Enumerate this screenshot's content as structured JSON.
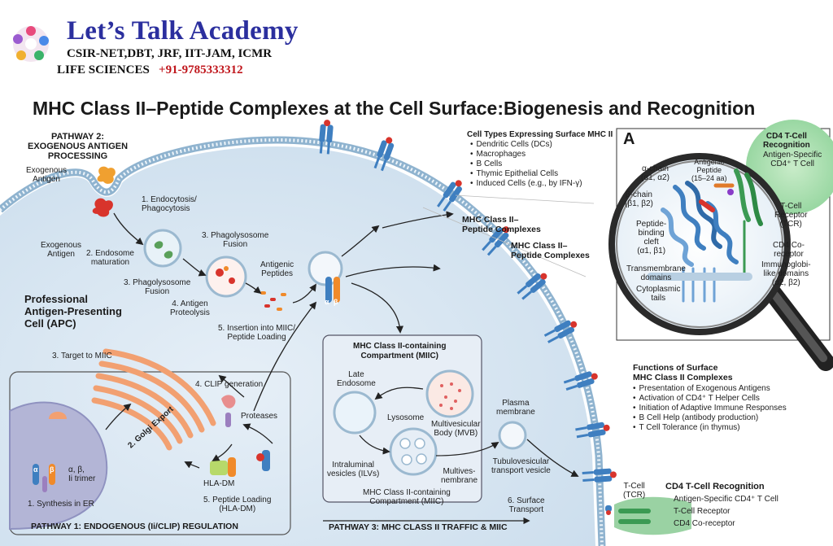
{
  "brand": {
    "name": "Let’s Talk Academy",
    "line1": "CSIR-NET,DBT, JRF, IIT-JAM, ICMR",
    "line2": "LIFE SCIENCES",
    "phone": "+91-9785333312"
  },
  "title": "MHC Class II–Peptide Complexes at the Cell Surface:Biogenesis and Recognition",
  "pathway2": {
    "header": [
      "PATHWAY 2:",
      "EXOGENOUS ANTIGEN",
      "PROCESSING"
    ],
    "exo_antigen_top": [
      "Exogenous",
      "Antigen"
    ],
    "exo_antigen_bottom": [
      "Exogenous",
      "Antigen"
    ],
    "step1": [
      "1. Endocytosis/",
      "Phagocytosis"
    ],
    "step2": [
      "2. Endosome",
      "maturation"
    ],
    "step3a": [
      "3. Phagolysosome",
      "Fusion"
    ],
    "step3b": [
      "3. Phagolysosome",
      "Fusion"
    ],
    "step4": [
      "4. Antigen",
      "Proteolysis"
    ],
    "antigenic_peptides": [
      "Antigenic",
      "Peptides"
    ],
    "step5": [
      "5. Insertion into MIIC/",
      "Peptide Loading"
    ],
    "alpha": "α",
    "beta": "β"
  },
  "apc": [
    "Professional",
    "Antigen-Presenting",
    "Cell (APC)"
  ],
  "pathway1": {
    "footer": "PATHWAY 1: ENDOGENOUS (Ii/CLIP) REGULATION",
    "target_miic": "3. Target to MIIC",
    "golgi_export": "2. Golgi Export",
    "clip_generation": "4. CLIP generation",
    "proteases": "Proteases",
    "trimer": [
      "α, β,",
      "Ii trimer"
    ],
    "alpha": "α",
    "beta": "β",
    "synthesis": "1. Synthesis in ER",
    "hla_dm": "HLA-DM",
    "peptide_loading": [
      "5. Peptide Loading",
      "(HLA-DM)"
    ]
  },
  "pathway3": {
    "footer": "PATHWAY 3: MHC CLASS II TRAFFIC & MIIC",
    "miic_header": [
      "MHC Class II-containing",
      "Compartment (MIIC)"
    ],
    "late_endosome": [
      "Late",
      "Endosome"
    ],
    "lysosome": "Lysosome",
    "mvb": [
      "Multivesicular",
      "Body (MVB)"
    ],
    "ilv": [
      "Intraluminal",
      "vesicles (ILVs)"
    ],
    "multives": [
      "Multives-",
      "nembrane"
    ],
    "miic_bottom": [
      "MHC Class II-containing",
      "Compartment (MIIC)"
    ],
    "plasma_membrane": [
      "Plasma",
      "membrane"
    ],
    "tubulo": [
      "Tubulovesicular",
      "transport vesicle"
    ],
    "surface_transport": [
      "6. Surface",
      "Transport"
    ]
  },
  "complex_labels": {
    "c1": [
      "MHC Class II–",
      "Peptide Complexes"
    ],
    "c2": [
      "MHC Class II–",
      "Peptide Complexes"
    ]
  },
  "cell_types": {
    "header": "Cell Types Expressing Surface MHC II",
    "items": [
      "Dendritic Cells (DCs)",
      "Macrophages",
      "B Cells",
      "Thymic Epithelial Cells",
      "Induced Cells (e.g., by IFN-γ)"
    ]
  },
  "inset": {
    "panel_letter": "A",
    "cd4_header": [
      "CD4 T-Cell",
      "Recognition"
    ],
    "cd4_sub": [
      "Antigen-Specific",
      "CD4⁺ T Cell"
    ],
    "alpha_chain": [
      "α-chain",
      "(α1, α2)"
    ],
    "antigenic_peptide": [
      "Antigenic",
      "Peptide",
      "(15–24 aa)"
    ],
    "beta_chain": [
      "β-chain",
      "(β1, β2)"
    ],
    "cleft": [
      "Peptide-",
      "binding",
      "cleft",
      "(α1, β1)"
    ],
    "tcr": [
      "T-Cell",
      "Receptor",
      "(TCR)"
    ],
    "cd4_coreceptor": [
      "CD4 Co-",
      "receptor"
    ],
    "tm_domains": [
      "Transmembrane",
      "domains"
    ],
    "ig_domains": [
      "Immunoglobi-",
      "like domains",
      "(α2, β2)"
    ],
    "cyto_tails": [
      "Cytoplasmic",
      "tails"
    ]
  },
  "functions": {
    "header": [
      "Functions of Surface",
      "MHC Class II Complexes"
    ],
    "items": [
      "Presentation of Exogenous Antigens",
      "Activation of CD4⁺ T Helper Cells",
      "Initiation of Adaptive Immune Responses",
      "B Cell Help (antibody production)",
      "T Cell Tolerance (in thymus)"
    ]
  },
  "cd4_recognition": {
    "tcell_label": [
      "T-Cell",
      "(TCR)"
    ],
    "header": "CD4 T-Cell Recognition",
    "items": [
      "Antigen-Specific CD4⁺ T Cell",
      "T-Cell Receptor",
      "CD4 Co-receptor"
    ]
  },
  "colors": {
    "cell_fill": "#d8e7f2",
    "membrane": "#8fb3cf",
    "alpha_blue": "#3f7fc0",
    "beta_orange": "#f08a2a",
    "peptide_red": "#d8342c",
    "tcr_green": "#3b9a53",
    "golgi": "#f2a071",
    "nucleus": "#b3b5d6",
    "brand": "#2b2f9e"
  }
}
